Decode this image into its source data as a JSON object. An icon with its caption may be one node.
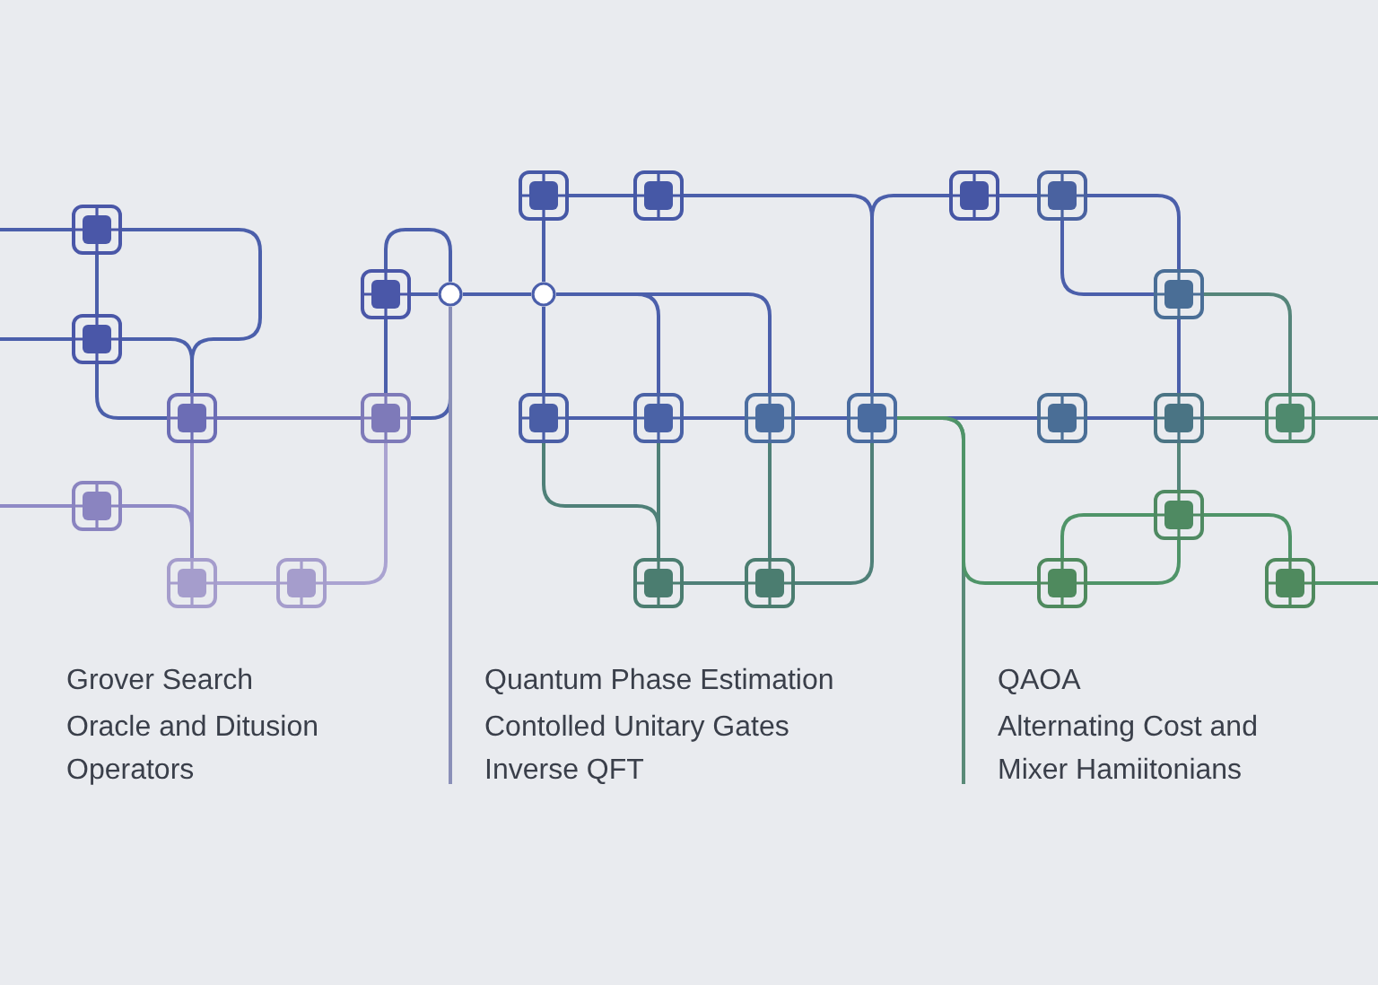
{
  "diagram": {
    "nodes": [
      {
        "text": [],
        "shape": "box"
      },
      {
        "text": [],
        "shape": "box"
      },
      {
        "text": [],
        "shape": "box"
      },
      {
        "text": [],
        "shape": "box"
      },
      {
        "text": [],
        "shape": "box"
      },
      {
        "text": [],
        "shape": "box"
      },
      {
        "text": [],
        "shape": "box"
      },
      {
        "text": [],
        "shape": "box"
      },
      {
        "text": [],
        "shape": "circle"
      },
      {
        "text": [],
        "shape": "circle"
      },
      {
        "text": [],
        "shape": "box"
      },
      {
        "text": [],
        "shape": "box"
      },
      {
        "text": [],
        "shape": "box"
      },
      {
        "text": [],
        "shape": "box"
      },
      {
        "text": [],
        "shape": "box"
      },
      {
        "text": [],
        "shape": "box"
      },
      {
        "text": [],
        "shape": "box"
      },
      {
        "text": [],
        "shape": "box"
      },
      {
        "text": [],
        "shape": "box"
      },
      {
        "text": [],
        "shape": "box"
      },
      {
        "text": [],
        "shape": "box"
      },
      {
        "text": [],
        "shape": "box"
      },
      {
        "text": [],
        "shape": "box"
      },
      {
        "text": [],
        "shape": "box"
      },
      {
        "text": [],
        "shape": "box"
      },
      {
        "text": [],
        "shape": "box"
      },
      {
        "text": [],
        "shape": "box"
      }
    ],
    "edges": [
      {
        "from": null,
        "to": 0,
        "arrow": "none"
      },
      {
        "from": 0,
        "to": 1,
        "arrow": "none"
      },
      {
        "from": 0,
        "to": 2,
        "arrow": "none"
      },
      {
        "from": null,
        "to": 1,
        "arrow": "none"
      },
      {
        "from": 1,
        "to": 2,
        "arrow": "none"
      },
      {
        "from": 1,
        "to": 2,
        "arrow": "none"
      },
      {
        "from": 2,
        "to": 4,
        "arrow": "none",
        "color": "#6f70b6"
      },
      {
        "from": null,
        "to": 5,
        "arrow": "none",
        "color": "#8f8ac6"
      },
      {
        "from": 2,
        "to": 6,
        "arrow": "none",
        "color": "#8f8ac6"
      },
      {
        "from": 5,
        "to": 6,
        "arrow": "none",
        "color": "#8f8ac6"
      },
      {
        "from": 6,
        "to": 7,
        "arrow": "none",
        "color": "#aaa3d1"
      },
      {
        "from": 7,
        "to": 4,
        "arrow": "none",
        "color": "#aaa3d1"
      },
      {
        "from": 4,
        "to": 3,
        "arrow": "none"
      },
      {
        "from": 3,
        "to": 8,
        "arrow": "none"
      },
      {
        "from": 3,
        "to": 8,
        "arrow": "none"
      },
      {
        "from": 4,
        "to": 8,
        "arrow": "none"
      },
      {
        "from": 8,
        "to": null,
        "arrow": "none",
        "color": "#8a8fb8"
      },
      {
        "from": 8,
        "to": 9,
        "arrow": "none"
      },
      {
        "from": 9,
        "to": 10,
        "arrow": "none"
      },
      {
        "from": 9,
        "to": 12,
        "arrow": "none"
      },
      {
        "from": 9,
        "to": 13,
        "arrow": "none"
      },
      {
        "from": 9,
        "to": 14,
        "arrow": "none"
      },
      {
        "from": 10,
        "to": 11,
        "arrow": "none"
      },
      {
        "from": 11,
        "to": 15,
        "arrow": "none"
      },
      {
        "from": 18,
        "to": 15,
        "arrow": "none"
      },
      {
        "from": 12,
        "to": 13,
        "arrow": "none"
      },
      {
        "from": 13,
        "to": 14,
        "arrow": "none"
      },
      {
        "from": 14,
        "to": 15,
        "arrow": "none"
      },
      {
        "from": 15,
        "to": 21,
        "arrow": "none"
      },
      {
        "from": 15,
        "to": null,
        "arrow": "none",
        "color": "#5a8a78"
      },
      {
        "from": 15,
        "to": 25,
        "arrow": "none",
        "color": "#4f9468"
      },
      {
        "from": 12,
        "to": 16,
        "arrow": "none",
        "color": "#4f8078"
      },
      {
        "from": 13,
        "to": 16,
        "arrow": "none",
        "color": "#4f8078"
      },
      {
        "from": 16,
        "to": 17,
        "arrow": "none",
        "color": "#4f8078"
      },
      {
        "from": 14,
        "to": 17,
        "arrow": "none",
        "color": "#4f8078"
      },
      {
        "from": 15,
        "to": 17,
        "arrow": "none",
        "color": "#4f8078"
      },
      {
        "from": 18,
        "to": 19,
        "arrow": "none"
      },
      {
        "from": 19,
        "to": 20,
        "arrow": "none"
      },
      {
        "from": 19,
        "to": 20,
        "arrow": "none"
      },
      {
        "from": 20,
        "to": 22,
        "arrow": "none"
      },
      {
        "from": 20,
        "to": 23,
        "arrow": "none",
        "color": "#55857a"
      },
      {
        "from": 21,
        "to": 22,
        "arrow": "none"
      },
      {
        "from": 22,
        "to": 23,
        "arrow": "none",
        "color": "#55857a"
      },
      {
        "from": 23,
        "to": null,
        "arrow": "none",
        "color": "#5a9278"
      },
      {
        "from": 22,
        "to": 24,
        "arrow": "none",
        "color": "#55857a"
      },
      {
        "from": 24,
        "to": 25,
        "arrow": "none",
        "color": "#4f9468"
      },
      {
        "from": 24,
        "to": 25,
        "arrow": "none",
        "color": "#4f9468"
      },
      {
        "from": 24,
        "to": 26,
        "arrow": "none",
        "color": "#4f9468"
      },
      {
        "from": 26,
        "to": null,
        "arrow": "none",
        "color": "#4f9468"
      }
    ],
    "labels": [
      "Grover Search",
      "Oracle and Ditusion",
      "Operators",
      "Quantum Phase Estimation",
      "Contolled Unitary Gates",
      "Inverse QFT",
      "QAOA",
      "Alternating Cost and",
      "Mixer Hamiitonians"
    ]
  }
}
